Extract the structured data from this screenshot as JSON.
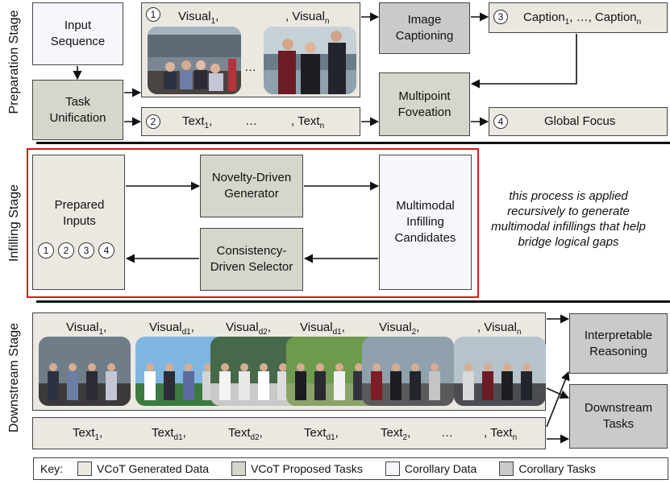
{
  "stages": {
    "preparation": "Preparation Stage",
    "infilling": "Infilling Stage",
    "downstream": "Downstream Stage"
  },
  "prep": {
    "input_sequence": "Input Sequence",
    "task_unification": "Task Unification",
    "visual_first": "Visual",
    "visual_first_sub": "1",
    "visual_last": ", Visual",
    "visual_last_sub": "n",
    "ellipsis": "…",
    "circle1": "1",
    "circle2": "2",
    "circle3": "3",
    "circle4": "4",
    "text_first": "Text",
    "text_first_sub": "1",
    "text_last": ", Text",
    "text_last_sub": "n",
    "image_captioning": "Image Captioning",
    "captions": "Caption",
    "captions_sub1": "1",
    "captions_mid": ", …, Caption",
    "captions_subn": "n",
    "multipoint_foveation": "Multipoint Foveation",
    "global_focus": "Global Focus"
  },
  "infill": {
    "prepared_inputs": "Prepared Inputs",
    "novelty_generator": "Novelty-Driven Generator",
    "consistency_selector": "Consistency-Driven Selector",
    "candidates": "Multimodal Infilling Candidates",
    "note": "this process is applied recursively to generate multimodal infillings that help bridge logical gaps",
    "circles": [
      "1",
      "2",
      "3",
      "4"
    ]
  },
  "downstream": {
    "visual_labels": [
      {
        "base": "Visual",
        "sub": "1",
        "suffix": ","
      },
      {
        "base": "Visual",
        "sub": "d1",
        "suffix": ","
      },
      {
        "base": "Visual",
        "sub": "d2",
        "suffix": ","
      },
      {
        "base": "Visual",
        "sub": "d1",
        "suffix": ","
      },
      {
        "base": "Visual",
        "sub": "2",
        "suffix": ","
      },
      {
        "base": ", Visual",
        "sub": "n",
        "suffix": ""
      }
    ],
    "text_labels": [
      {
        "base": "Text",
        "sub": "1",
        "suffix": ","
      },
      {
        "base": "Text",
        "sub": "d1",
        "suffix": ","
      },
      {
        "base": "Text",
        "sub": "d2",
        "suffix": ","
      },
      {
        "base": "Text",
        "sub": "d1",
        "suffix": ","
      },
      {
        "base": "Text",
        "sub": "2",
        "suffix": ","
      },
      {
        "base": "…",
        "sub": "",
        "suffix": ""
      },
      {
        "base": ", Text",
        "sub": "n",
        "suffix": ""
      }
    ],
    "ellipsis": "…",
    "interpretable_reasoning": "Interpretable Reasoning",
    "downstream_tasks": "Downstream Tasks"
  },
  "key": {
    "title": "Key:",
    "items": [
      {
        "label": "VCoT Generated Data",
        "color": "#ebe8e1"
      },
      {
        "label": "VCoT Proposed Tasks",
        "color": "#d5d6cc"
      },
      {
        "label": "Corollary Data",
        "color": "#f7f6fd"
      },
      {
        "label": "Corollary Tasks",
        "color": "#c9cbc9"
      }
    ]
  },
  "colors": {
    "highlight_border": "#e0161b"
  }
}
